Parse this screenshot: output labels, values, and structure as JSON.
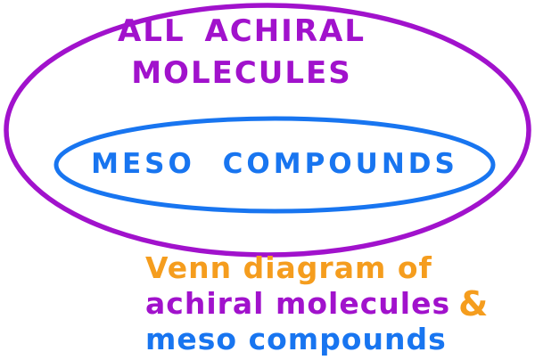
{
  "diagram": {
    "type": "venn",
    "outer_set": {
      "label_line1": "ALL ACHIRAL",
      "label_line2": "MOLECULES"
    },
    "inner_set": {
      "label": "MESO COMPOUNDS"
    }
  },
  "caption": {
    "line1": "Venn diagram of",
    "line2_achiral": "achiral molecules",
    "line2_amp": "&",
    "line3": "meso compounds"
  },
  "colors": {
    "purple": "#A112CC",
    "blue": "#1875F0",
    "orange": "#F59D1E",
    "background": "#FFFFFF"
  }
}
